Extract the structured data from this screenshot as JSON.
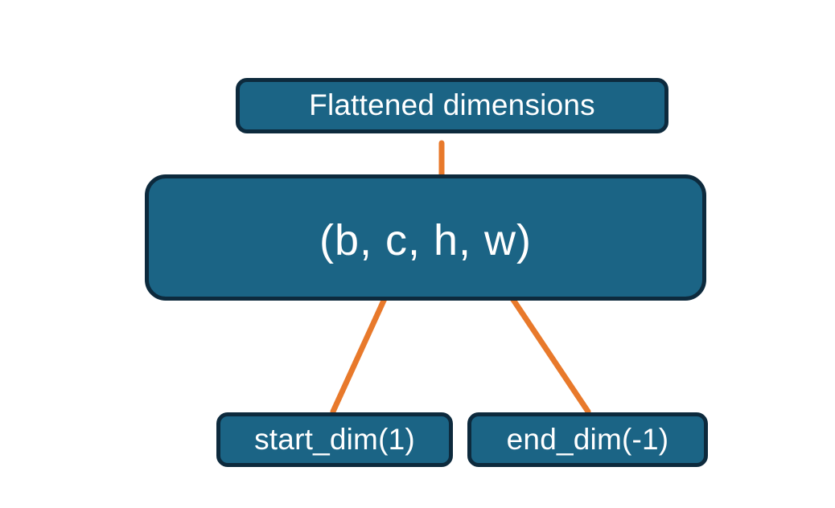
{
  "diagram": {
    "title_node": {
      "label": "Flattened dimensions",
      "name": "flattened-dimensions-box"
    },
    "shape_node": {
      "label": "(b, c, h, w)",
      "name": "tensor-shape-box",
      "dims": [
        "b",
        "c",
        "h",
        "w"
      ],
      "flattened_dims": [
        "c",
        "h",
        "w"
      ]
    },
    "argument_nodes": [
      {
        "label": "start_dim(1)",
        "name": "start-dim-box",
        "value": 1
      },
      {
        "label": "end_dim(-1)",
        "name": "end-dim-box",
        "value": -1
      }
    ],
    "connectors": [
      {
        "name": "brace-over-flattened-dims",
        "kind": "curly-brace",
        "from": "tensor-shape-box",
        "to": "flattened-dimensions-box"
      },
      {
        "name": "start-dim-arrow",
        "kind": "arrow",
        "from": "start-dim-box",
        "to": "tensor-shape-box"
      },
      {
        "name": "end-dim-arrow",
        "kind": "arrow",
        "from": "end-dim-box",
        "to": "tensor-shape-box"
      }
    ],
    "colors": {
      "box_fill": "#1b6485",
      "box_border": "#0d2a3d",
      "connector": "#e8792b",
      "text": "#ffffff",
      "background": "#ffffff"
    }
  }
}
